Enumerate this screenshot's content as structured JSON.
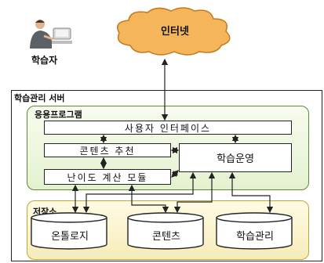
{
  "learner": {
    "icon": "person-at-computer-icon",
    "label": "학습자"
  },
  "internet": {
    "label": "인터넷"
  },
  "server": {
    "title": "학습관리 서버",
    "application": {
      "title": "응용프로그램",
      "modules": {
        "user_interface": "사용자 인터페이스",
        "content_recommendation": "콘텐츠 추천",
        "difficulty_module": "난이도 계산 모듈",
        "learning_operation": "학습운영"
      }
    },
    "storage": {
      "title": "저장소",
      "databases": [
        "온톨로지",
        "콘텐츠",
        "학습관리"
      ]
    }
  },
  "colors": {
    "cloud_fill": "#f5b55a",
    "application_border": "#5c8a2e",
    "storage_border": "#bda73a"
  }
}
